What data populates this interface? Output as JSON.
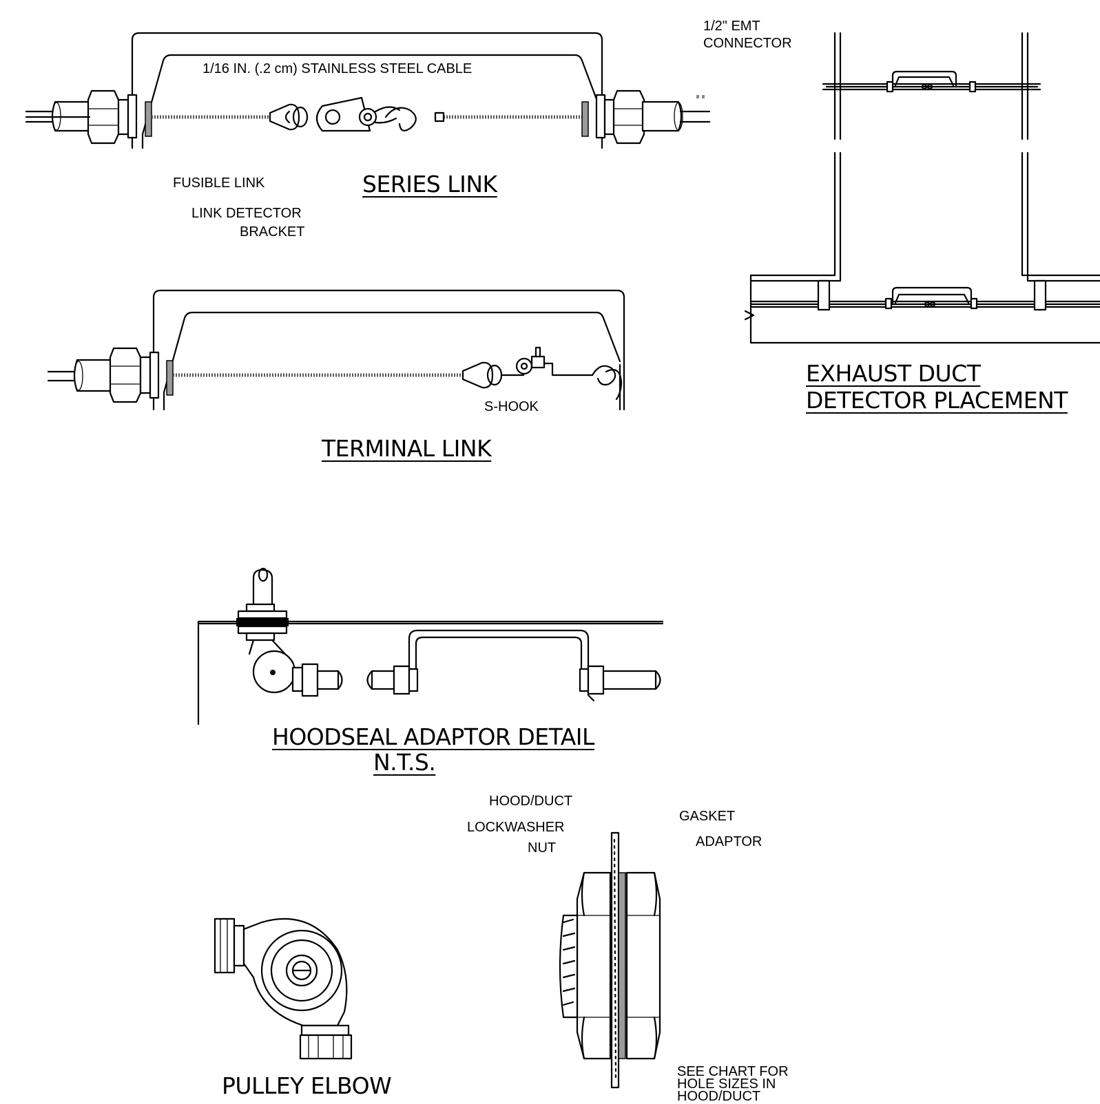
{
  "labels": {
    "cable": "1/16 IN. (.2 cm) STAINLESS STEEL CABLE",
    "fusible_link": "FUSIBLE LINK",
    "link_detector_1": "LINK DETECTOR",
    "link_detector_2": "BRACKET",
    "emt_1": "1/2\" EMT",
    "emt_2": "CONNECTOR",
    "s_hook": "S-HOOK",
    "hood_duct": "HOOD/DUCT",
    "lockwasher": "LOCKWASHER",
    "nut": "NUT",
    "gasket": "GASKET",
    "adaptor": "ADAPTOR",
    "see_chart_1": "SEE CHART FOR",
    "see_chart_2": "HOLE SIZES IN",
    "see_chart_3": "HOOD/DUCT"
  },
  "titles": {
    "series_link": "SERIES LINK",
    "terminal_link": "TERMINAL LINK",
    "exhaust_1": "EXHAUST DUCT",
    "exhaust_2": "DETECTOR PLACEMENT",
    "hoodseal": "HOODSEAL ADAPTOR DETAIL",
    "nts": "N.T.S.",
    "pulley_elbow": "PULLEY ELBOW"
  }
}
